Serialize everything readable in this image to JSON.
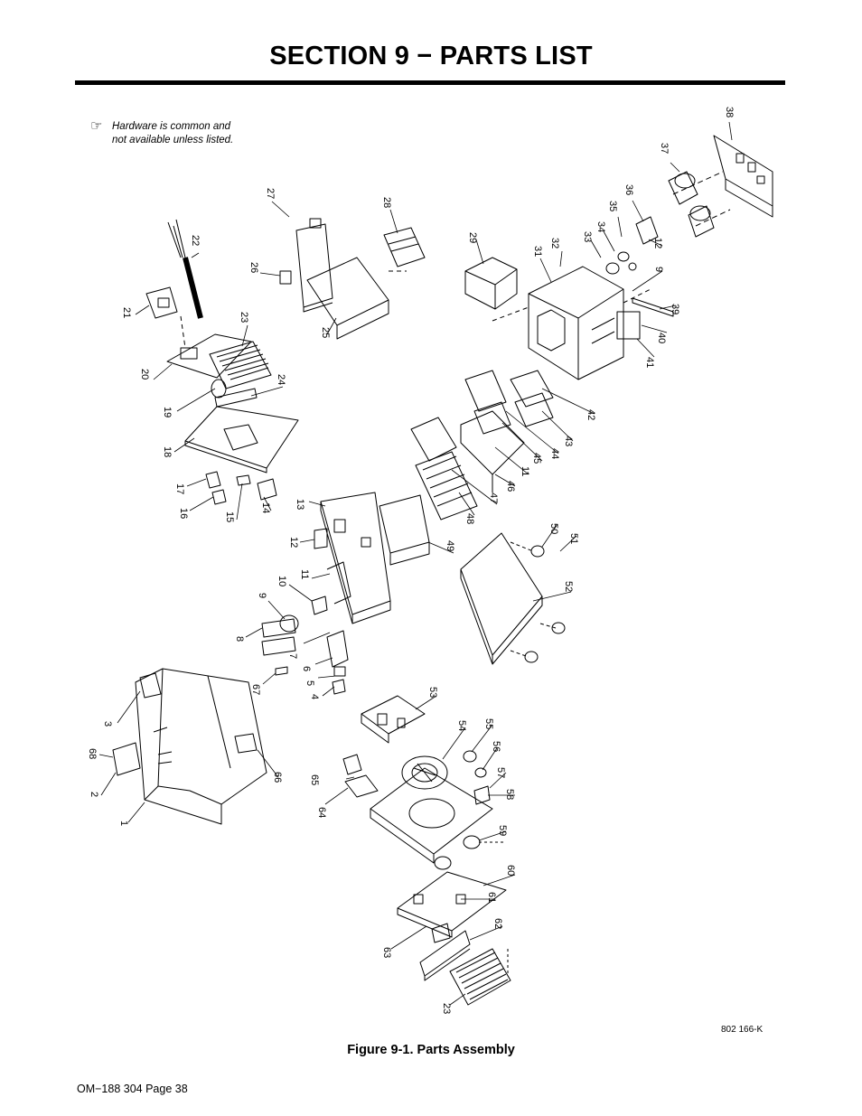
{
  "page": {
    "title": "SECTION 9 − PARTS LIST",
    "note_line1": "Hardware is common and",
    "note_line2": "not available unless listed.",
    "figure_caption": "Figure 9-1. Parts Assembly",
    "drawing_id": "802 166-K",
    "footer": "OM−188 304 Page 38"
  },
  "callouts": [
    "38",
    "37",
    "36",
    "35",
    "34",
    "33",
    "32",
    "31",
    "29",
    "28",
    "27",
    "26",
    "25",
    "22",
    "21",
    "23",
    "20",
    "24",
    "19",
    "18",
    "17",
    "16",
    "15",
    "14",
    "13",
    "12",
    "11",
    "10",
    "9",
    "8",
    "7",
    "6",
    "5",
    "4",
    "3",
    "68",
    "2",
    "1",
    "67",
    "66",
    "12",
    "9",
    "39",
    "40",
    "41",
    "42",
    "43",
    "44",
    "45",
    "11",
    "46",
    "47",
    "48",
    "49",
    "50",
    "51",
    "52",
    "53",
    "54",
    "55",
    "56",
    "57",
    "58",
    "59",
    "60",
    "61",
    "62",
    "63",
    "65",
    "64",
    "23"
  ]
}
